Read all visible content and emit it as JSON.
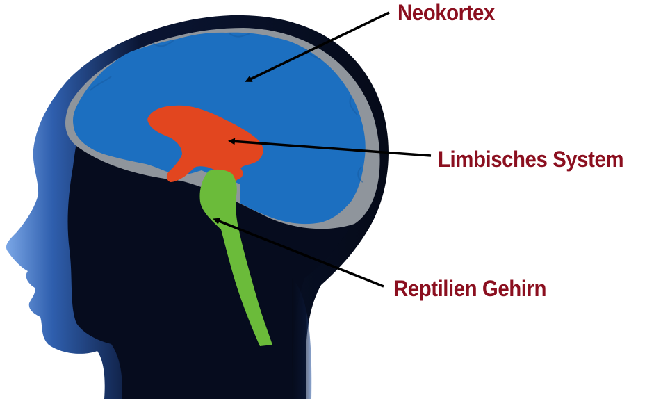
{
  "labels": {
    "neokortex": "Neokortex",
    "limbisches_system": "Limbisches System",
    "reptilien_gehirn": "Reptilien Gehirn"
  },
  "colors": {
    "label_text": "#8b0f1f",
    "neokortex": "#1c6fc0",
    "limbisches_system": "#e2461f",
    "reptilien_gehirn": "#6bbb3a",
    "head_dark": "#050a18",
    "head_glow": "#3e74c4",
    "arrow": "#000000"
  }
}
